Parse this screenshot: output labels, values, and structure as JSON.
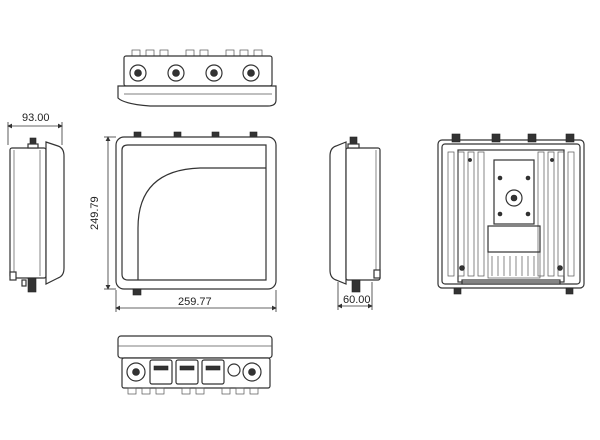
{
  "dimensions": {
    "depth": "93.00",
    "height": "249.79",
    "width": "259.77",
    "side_depth": "60.00"
  },
  "colors": {
    "line": "#333333",
    "background": "#ffffff"
  }
}
